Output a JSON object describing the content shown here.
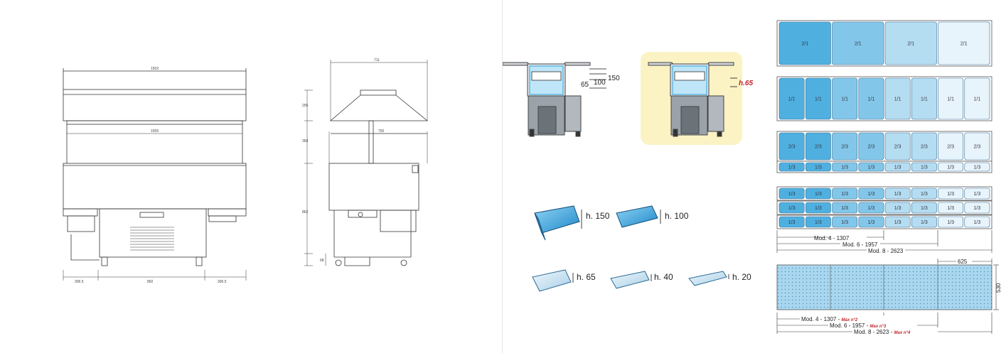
{
  "front_view": {
    "top_width": "1502",
    "inner_width": "1505",
    "left_offset": "306.5",
    "center_width": "892",
    "right_offset": "306.5"
  },
  "side_view": {
    "top_width": "711",
    "mid_width": "750",
    "hood_height": "255",
    "gap_height": "369",
    "body_height": "862",
    "foot_height": "68"
  },
  "section_left": {
    "d150": "150",
    "d100": "100",
    "d65": "65"
  },
  "section_right": {
    "h65": "h.65"
  },
  "pans": [
    {
      "label": "h. 150"
    },
    {
      "label": "h. 100"
    },
    {
      "label": "h. 65"
    },
    {
      "label": "h. 40"
    },
    {
      "label": "h. 20"
    }
  ],
  "layouts": {
    "row1": [
      "2/1",
      "2/1",
      "2/1",
      "2/1"
    ],
    "row2": [
      "1/1",
      "1/1",
      "1/1",
      "1/1",
      "1/1",
      "1/1",
      "1/1",
      "1/1"
    ],
    "row3_top": [
      "2/3",
      "2/3",
      "2/3",
      "2/3",
      "2/3",
      "2/3",
      "2/3",
      "2/3"
    ],
    "row3_bottom": [
      "1/3",
      "1/3",
      "1/3",
      "1/3",
      "1/3",
      "1/3",
      "1/3",
      "1/3"
    ],
    "row4_cell": "1/3",
    "mod4": "Mod. 4 - 1307",
    "mod6": "Mod. 6 - 1957",
    "mod8": "Mod. 8 - 2623",
    "plate_width": "625",
    "plate_height": "530",
    "mod4_max": "Max n°2",
    "mod6_max": "Max n°3",
    "mod8_max": "Max n°4"
  },
  "colors": {
    "tray_dark": "#4fb0e0",
    "tray_light": "#d9eef9",
    "highlight_bg": "#fbf3c4",
    "max_red": "#c0262c"
  }
}
